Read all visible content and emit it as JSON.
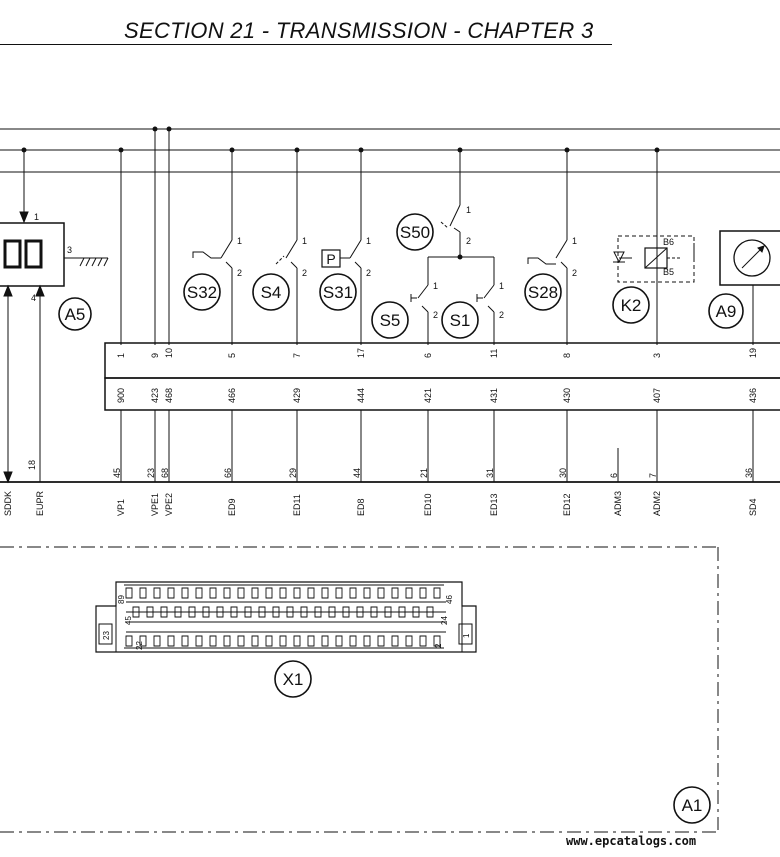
{
  "header": {
    "title": "SECTION 21 - TRANSMISSION - CHAPTER 3"
  },
  "watermark": "www.epcatalogs.com",
  "components": {
    "A5": "A5",
    "S32": "S32",
    "S4": "S4",
    "S31": "S31",
    "S5": "S5",
    "S1": "S1",
    "S50": "S50",
    "S28": "S28",
    "K2": "K2",
    "A9": "A9",
    "X1": "X1",
    "A1": "A1",
    "P": "P",
    "B6": "B6",
    "B5": "B5"
  },
  "pin_labels": {
    "p1": "1",
    "p2": "2",
    "p3": "3",
    "p4": "4"
  },
  "connector_top": {
    "pins": [
      "1",
      "9",
      "10",
      "5",
      "7",
      "17",
      "6",
      "11",
      "8",
      "3",
      "19"
    ]
  },
  "connector_bottom": {
    "wires": [
      "900",
      "423",
      "468",
      "466",
      "429",
      "444",
      "421",
      "431",
      "430",
      "407",
      "436"
    ]
  },
  "ecu_pins": {
    "left": [
      "18"
    ],
    "numbers": [
      "45",
      "23",
      "68",
      "66",
      "29",
      "44",
      "21",
      "31",
      "30",
      "6",
      "7",
      "36"
    ]
  },
  "signals": [
    "SDDK",
    "EUPR",
    "VP1",
    "VPE1",
    "VPE2",
    "ED9",
    "ED11",
    "ED8",
    "ED10",
    "ED13",
    "ED12",
    "ADM3",
    "ADM2",
    "SD4"
  ],
  "x1_pins": {
    "n89": "89",
    "n46": "46",
    "n45": "45",
    "n24": "24",
    "n22": "22",
    "n2": "2",
    "n23": "23",
    "n1": "1"
  }
}
